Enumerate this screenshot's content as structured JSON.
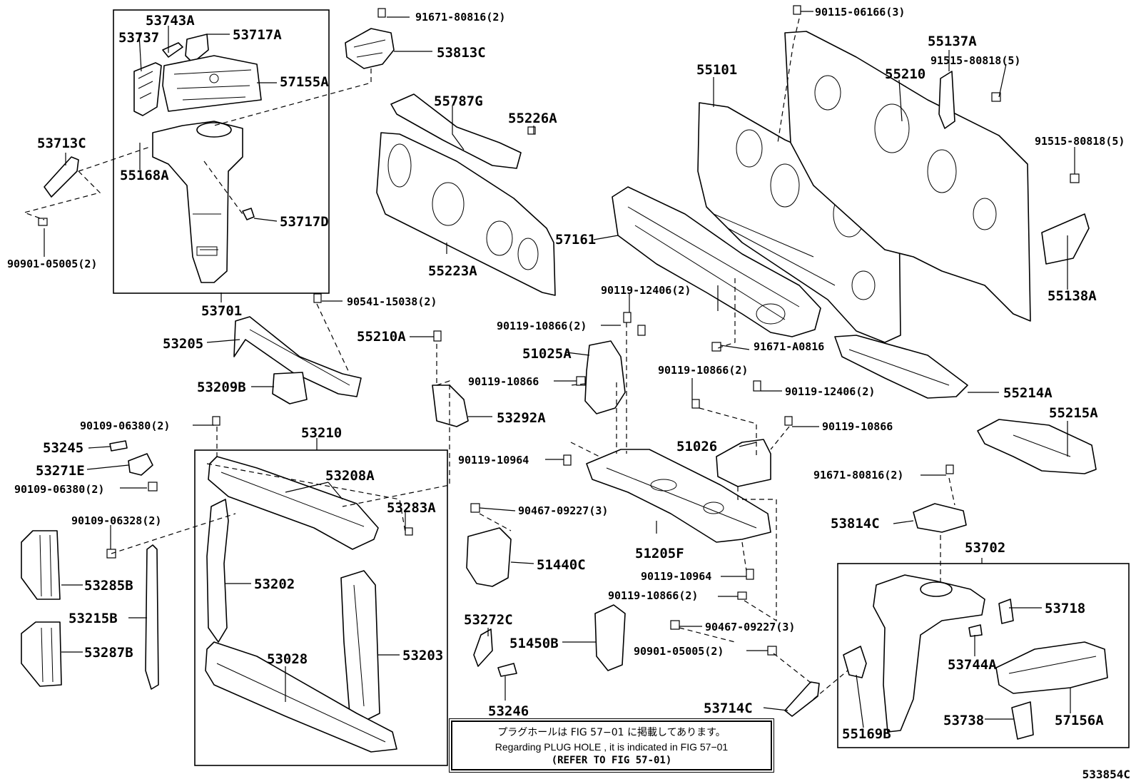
{
  "labels": {
    "p53743A": "53743A",
    "p53737": "53737",
    "p53717A": "53717A",
    "p57155A": "57155A",
    "p53713C": "53713C",
    "p55168A": "55168A",
    "p53717D": "53717D",
    "p90901_05005_a": "90901-05005(2)",
    "p53701": "53701",
    "p91671_80816_a": "91671-80816(2)",
    "p53813C": "53813C",
    "p55787G": "55787G",
    "p55226A": "55226A",
    "p55223A": "55223A",
    "p90541_15038": "90541-15038(2)",
    "p53205": "53205",
    "p53209B": "53209B",
    "p55210A": "55210A",
    "p53292A": "53292A",
    "p90109_06380_a": "90109-06380(2)",
    "p53245": "53245",
    "p53271E": "53271E",
    "p90109_06380_b": "90109-06380(2)",
    "p90109_06328": "90109-06328(2)",
    "p53210": "53210",
    "p53208A": "53208A",
    "p53283A": "53283A",
    "p53285B": "53285B",
    "p53215B": "53215B",
    "p53287B": "53287B",
    "p53202": "53202",
    "p53028": "53028",
    "p53203": "53203",
    "p90115_06166": "90115-06166(3)",
    "p55101": "55101",
    "p55210": "55210",
    "p55137A": "55137A",
    "p91515_80818_a": "91515-80818(5)",
    "p91515_80818_b": "91515-80818(5)",
    "p55138A": "55138A",
    "p57161": "57161",
    "p90119_12406_a": "90119-12406(2)",
    "p90119_10866_a": "90119-10866(2)",
    "p51025A": "51025A",
    "p90119_10866_b": "90119-10866",
    "p91671_A0816": "91671-A0816",
    "p90119_10866_c": "90119-10866(2)",
    "p90119_12406_b": "90119-12406(2)",
    "p55214A": "55214A",
    "p55215A": "55215A",
    "p51026": "51026",
    "p90119_10866_d": "90119-10866",
    "p90119_10964_a": "90119-10964",
    "p91671_80816_b": "91671-80816(2)",
    "p53814C": "53814C",
    "p90467_09227_a": "90467-09227(3)",
    "p51205F": "51205F",
    "p51440C": "51440C",
    "p53702": "53702",
    "p90119_10964_b": "90119-10964",
    "p90119_10866_e": "90119-10866(2)",
    "p53718": "53718",
    "p53272C": "53272C",
    "p51450B": "51450B",
    "p90467_09227_b": "90467-09227(3)",
    "p90901_05005_b": "90901-05005(2)",
    "p53744A": "53744A",
    "p53246": "53246",
    "p53714C": "53714C",
    "p55169B": "55169B",
    "p53738": "53738",
    "p57156A": "57156A"
  },
  "note": {
    "japanese": "プラグホールは FIG 57−01 に掲載してあります。",
    "english": "Regarding PLUG HOLE , it is indicated in FIG 57−01",
    "refer": "(REFER TO FIG 57-01)"
  },
  "figure_code": "533854C"
}
